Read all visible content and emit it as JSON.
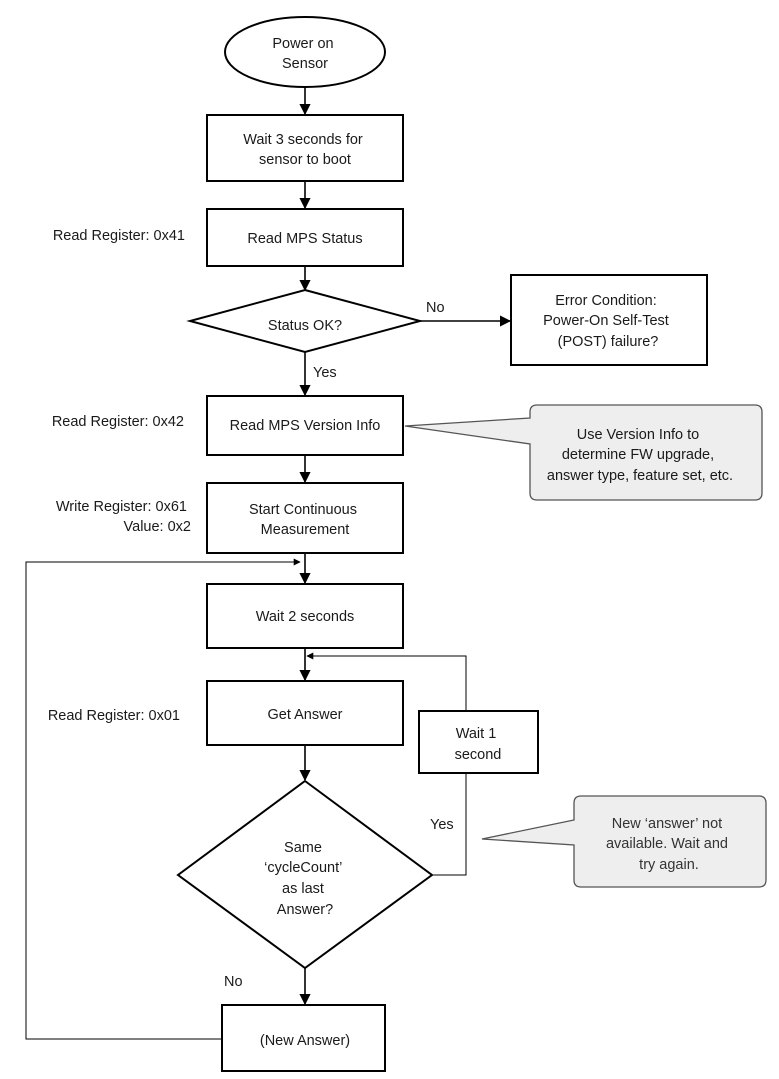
{
  "nodes": {
    "power_on": [
      "Power on",
      "Sensor"
    ],
    "wait_boot": [
      "Wait 3 seconds for",
      "sensor to boot"
    ],
    "read_status": [
      "Read MPS Status"
    ],
    "status_ok": [
      "Status OK?"
    ],
    "error": [
      "Error Condition:",
      "Power-On Self-Test",
      "(POST) failure?"
    ],
    "read_version": [
      "Read MPS Version Info"
    ],
    "start_meas": [
      "Start Continuous",
      "Measurement"
    ],
    "wait_2": [
      "Wait 2 seconds"
    ],
    "get_answer": [
      "Get Answer"
    ],
    "wait_1": [
      "Wait 1",
      "second"
    ],
    "same_cycle": [
      "Same",
      "‘cycleCount’",
      "as last",
      "Answer?"
    ],
    "new_answer": [
      "(New Answer)"
    ]
  },
  "side_labels": {
    "reg_41": [
      "Read Register: 0x41"
    ],
    "reg_42": [
      "Read Register: 0x42"
    ],
    "reg_61": [
      "Write Register: 0x61",
      "Value: 0x2"
    ],
    "reg_01": [
      "Read Register: 0x01"
    ]
  },
  "edge_labels": {
    "no_error": "No",
    "yes_ok": "Yes",
    "yes_same": "Yes",
    "no_same": "No"
  },
  "notes": {
    "version_note": [
      "Use Version Info to",
      "determine FW upgrade,",
      "answer type, feature set, etc."
    ],
    "answer_note": [
      "New ‘answer’ not",
      "available.  Wait and",
      "try again."
    ]
  }
}
